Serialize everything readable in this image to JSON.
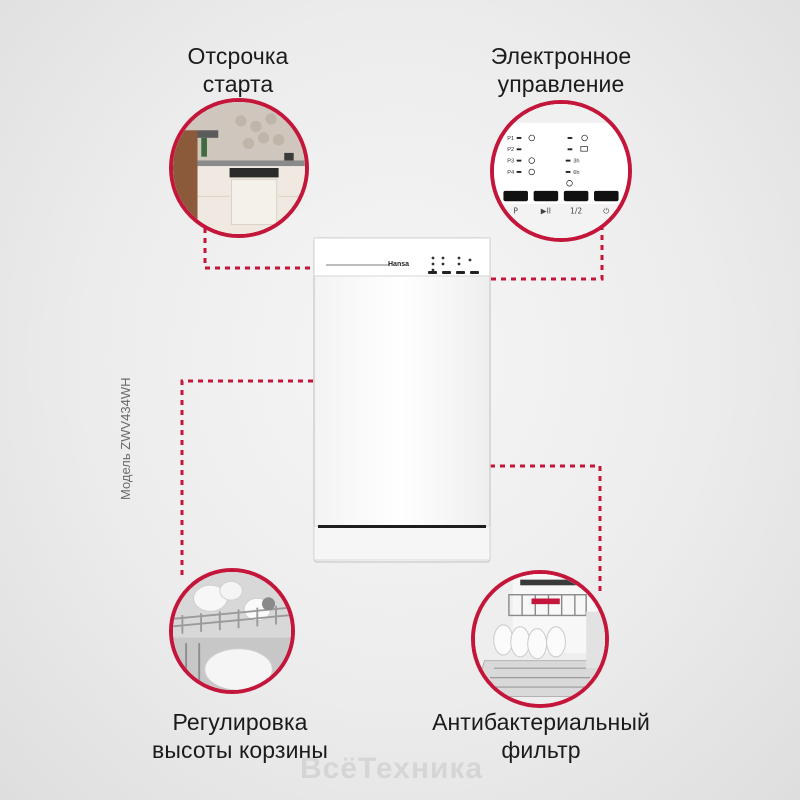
{
  "colors": {
    "accent": "#c4163a",
    "background": "#ececec",
    "appliance": "#ffffff"
  },
  "model_label": "Модель ZWV434WH",
  "features": {
    "delay_start": {
      "line1": "Отсрочка",
      "line2": "старта",
      "icon": "kitchen-photo"
    },
    "electronic_control": {
      "line1": "Электронное",
      "line2": "управление",
      "icon": "control-panel-photo"
    },
    "basket_height": {
      "line1": "Регулировка",
      "line2": "высоты корзины",
      "icon": "basket-photo"
    },
    "antibacterial_filter": {
      "line1": "Антибактериальный",
      "line2": "фильтр",
      "icon": "open-dishwasher-photo"
    }
  },
  "panel": {
    "programs": [
      "P1",
      "P2",
      "P3",
      "P4"
    ],
    "timers": [
      "3h",
      "6h"
    ],
    "buttons": [
      "P",
      "▶II",
      "1/2",
      "⏻"
    ]
  },
  "appliance": {
    "brand": "Hansa"
  },
  "watermark": "ВсёТехника"
}
